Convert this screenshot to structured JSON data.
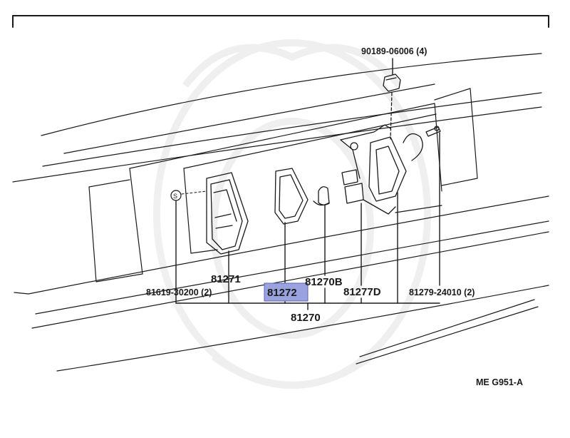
{
  "callouts": {
    "bolt_top": "90189-06006 (4)",
    "screw_left": "81619-30200 (2)",
    "lens": "81271",
    "gasket": "81272",
    "bulb": "81270B",
    "socket": "81277D",
    "screw_right": "81279-24010 (2)",
    "assembly": "81270"
  },
  "diagram_code": "ME  G951-A",
  "colors": {
    "highlight": "#9aa3df",
    "line": "#1a1a1a"
  }
}
